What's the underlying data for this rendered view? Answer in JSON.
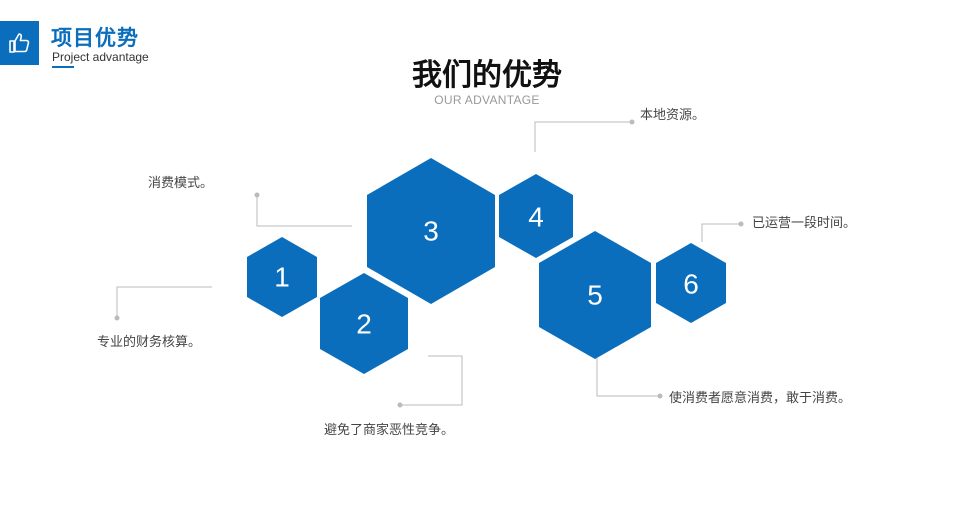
{
  "header": {
    "title": "项目优势",
    "subtitle": "Project advantage",
    "icon": "thumbs-up-icon"
  },
  "main": {
    "title": "我们的优势",
    "subtitle": "OUR ADVANTAGE"
  },
  "colors": {
    "accent": "#0a6ebd",
    "connector": "#bbbbbb",
    "text": "#444444"
  },
  "hexagons": [
    {
      "number": "1"
    },
    {
      "number": "2"
    },
    {
      "number": "3"
    },
    {
      "number": "4"
    },
    {
      "number": "5"
    },
    {
      "number": "6"
    }
  ],
  "callouts": [
    {
      "text": "专业的财务核算。"
    },
    {
      "text": "避免了商家恶性竞争。"
    },
    {
      "text": "消费模式。"
    },
    {
      "text": "本地资源。"
    },
    {
      "text": "使消费者愿意消费，敢于消费。"
    },
    {
      "text": "已运营一段时间。"
    }
  ]
}
